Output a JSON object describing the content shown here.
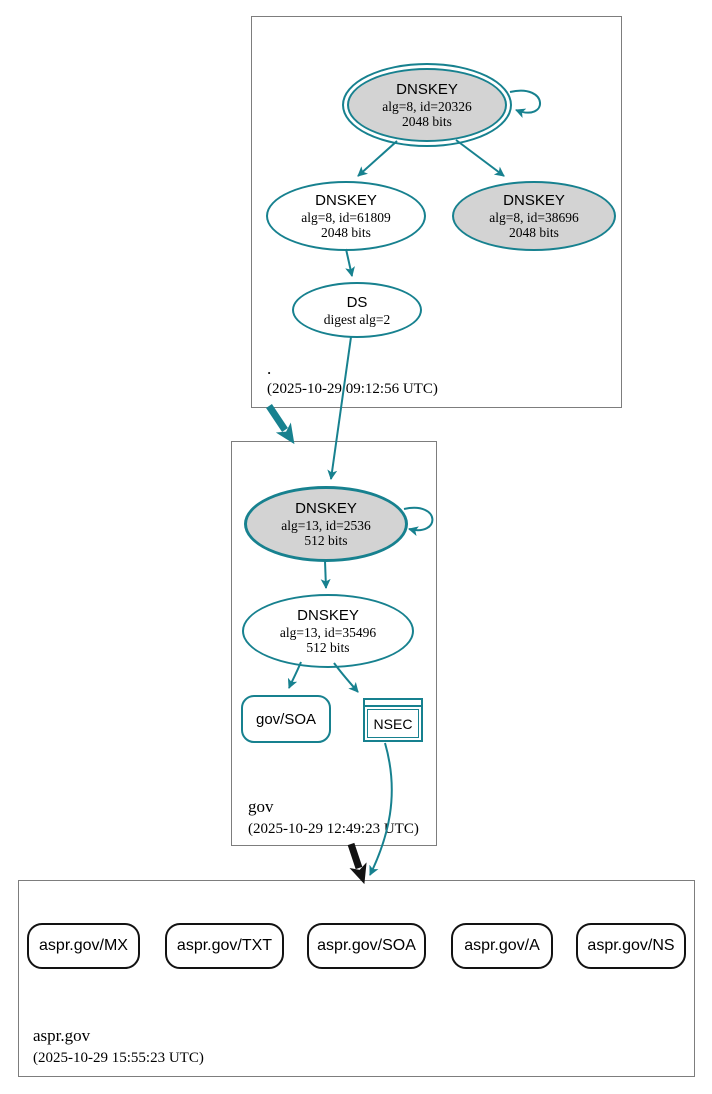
{
  "colors": {
    "secure_edge": "#17818f",
    "insecure_edge": "#121212",
    "key_fill_gray": "#d3d3d3",
    "node_fill": "#ffffff",
    "zone_box_border": "#7d7d7d"
  },
  "root_zone": {
    "label": ".",
    "timestamp": "(2025-10-29 09:12:56 UTC)",
    "ksk": {
      "title": "DNSKEY",
      "alg_id": "alg=8, id=20326",
      "bits": "2048 bits"
    },
    "zsk": {
      "title": "DNSKEY",
      "alg_id": "alg=8, id=61809",
      "bits": "2048 bits"
    },
    "key2": {
      "title": "DNSKEY",
      "alg_id": "alg=8, id=38696",
      "bits": "2048 bits"
    },
    "ds": {
      "title": "DS",
      "digest": "digest alg=2"
    }
  },
  "gov_zone": {
    "label": "gov",
    "timestamp": "(2025-10-29 12:49:23 UTC)",
    "ksk": {
      "title": "DNSKEY",
      "alg_id": "alg=13, id=2536",
      "bits": "512 bits"
    },
    "zsk": {
      "title": "DNSKEY",
      "alg_id": "alg=13, id=35496",
      "bits": "512 bits"
    },
    "soa": {
      "label": "gov/SOA"
    },
    "nsec": {
      "label": "NSEC"
    }
  },
  "aspr_zone": {
    "label": "aspr.gov",
    "timestamp": "(2025-10-29 15:55:23 UTC)",
    "rrsets": [
      {
        "label": "aspr.gov/MX"
      },
      {
        "label": "aspr.gov/TXT"
      },
      {
        "label": "aspr.gov/SOA"
      },
      {
        "label": "aspr.gov/A"
      },
      {
        "label": "aspr.gov/NS"
      }
    ]
  }
}
